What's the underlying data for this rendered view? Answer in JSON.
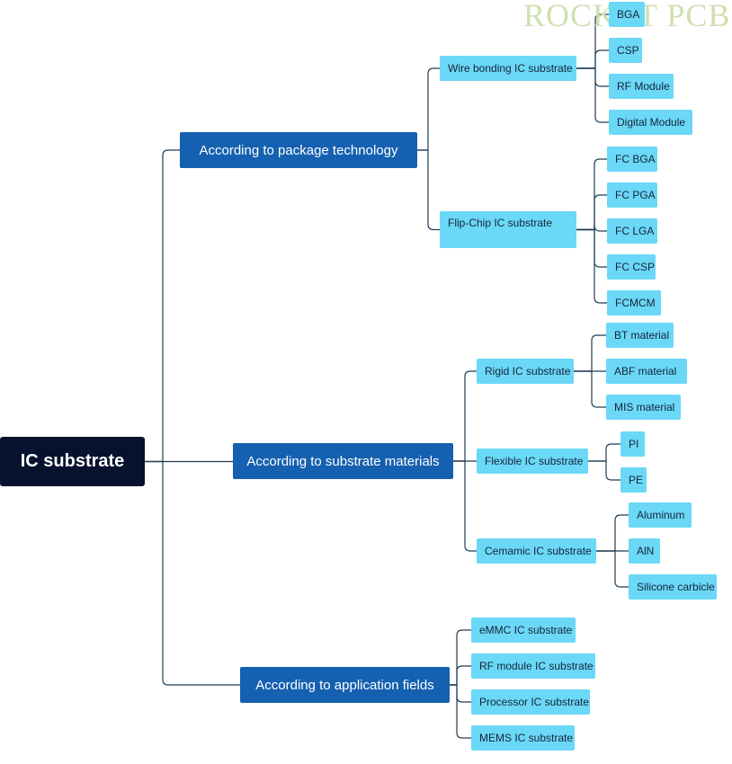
{
  "watermark": "ROCKET PCB",
  "root": {
    "label": "IC substrate"
  },
  "branches": [
    {
      "label": "According to package technology",
      "children": [
        {
          "label": "Wire bonding IC substrate",
          "children": [
            "BGA",
            "CSP",
            "RF Module",
            "Digital Module"
          ]
        },
        {
          "label": "Flip-Chip IC substrate",
          "children": [
            "FC BGA",
            "FC PGA",
            "FC LGA",
            "FC CSP",
            "FCMCM"
          ]
        }
      ]
    },
    {
      "label": "According to substrate materials",
      "children": [
        {
          "label": "Rigid IC substrate",
          "children": [
            "BT material",
            "ABF material",
            "MIS material"
          ]
        },
        {
          "label": "Flexible IC substrate",
          "children": [
            "PI",
            "PE"
          ]
        },
        {
          "label": "Cemamic IC substrate",
          "children": [
            "Aluminum",
            "AlN",
            "Silicone carbicle"
          ]
        }
      ]
    },
    {
      "label": "According to application fields",
      "children": [
        {
          "label": "eMMC IC substrate",
          "children": []
        },
        {
          "label": "RF module IC substrate",
          "children": []
        },
        {
          "label": "Processor IC substrate",
          "children": []
        },
        {
          "label": "MEMS IC substrate",
          "children": []
        }
      ]
    }
  ],
  "colors": {
    "root": "#06122e",
    "main": "#1560b0",
    "sub": "#6ad8f6",
    "line": "#1f3c55"
  }
}
